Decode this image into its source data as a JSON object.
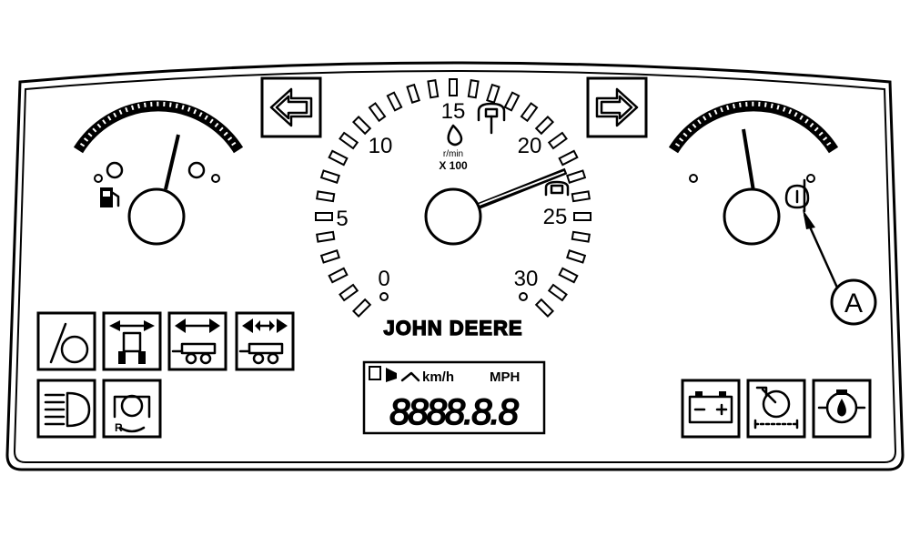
{
  "tachometer": {
    "scale_labels": [
      "0",
      "5",
      "10",
      "15",
      "20",
      "25",
      "30"
    ],
    "unit": "r/min",
    "multiplier": "X 100"
  },
  "brand": "JOHN DEERE",
  "lcd": {
    "units": [
      "km/h",
      "MPH"
    ],
    "digits": "8888.8.8"
  },
  "callout": "A"
}
